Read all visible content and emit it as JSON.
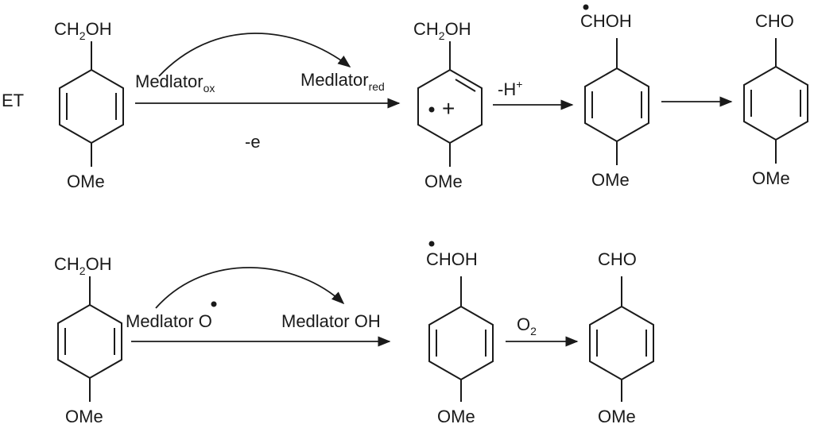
{
  "row1": {
    "label": "ET",
    "reactant": {
      "top": "CH",
      "top_sub": "2",
      "top_end": "OH",
      "bottom": "OMe"
    },
    "mediator_ox": {
      "text": "Medlator",
      "sub": "ox"
    },
    "mediator_red": {
      "text": "Medlator",
      "sub": "red"
    },
    "electron_loss": "-e",
    "radical_cation": {
      "top": "CH",
      "top_sub": "2",
      "top_end": "OH",
      "charge": "+",
      "bottom": "OMe"
    },
    "deprotonation": {
      "text": "-H",
      "sup": "+"
    },
    "radical": {
      "top": "CHOH",
      "bottom": "OMe"
    },
    "product": {
      "top": "CHO",
      "bottom": "OMe"
    }
  },
  "row2": {
    "reactant": {
      "top": "CH",
      "top_sub": "2",
      "top_end": "OH",
      "bottom": "OMe"
    },
    "mediator_o": {
      "text": "Medlator O"
    },
    "mediator_oh": {
      "text": "Medlator OH"
    },
    "radical": {
      "top": "CHOH",
      "bottom": "OMe"
    },
    "oxidant": {
      "text": "O",
      "sub": "2"
    },
    "product": {
      "top": "CHO",
      "bottom": "OMe"
    }
  }
}
